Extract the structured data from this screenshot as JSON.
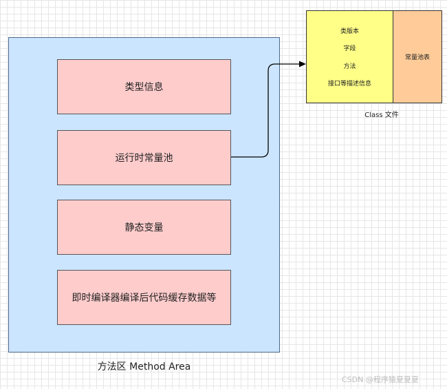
{
  "method_area": {
    "caption": "方法区 Method Area",
    "boxes": [
      "类型信息",
      "运行时常量池",
      "静态变量",
      "即时编译器编译后代码缓存数据等"
    ]
  },
  "class_file": {
    "caption": "Class 文件",
    "left_items": [
      "类版本",
      "字段",
      "方法",
      "接口等描述信息"
    ],
    "right_label": "常量池表"
  },
  "watermark": "CSDN @程序猿夏夏夏",
  "colors": {
    "method_area_fill": "#cce5ff",
    "box_fill": "#ffcccc",
    "class_left_fill": "#ffff88",
    "class_right_fill": "#ffcc99"
  }
}
